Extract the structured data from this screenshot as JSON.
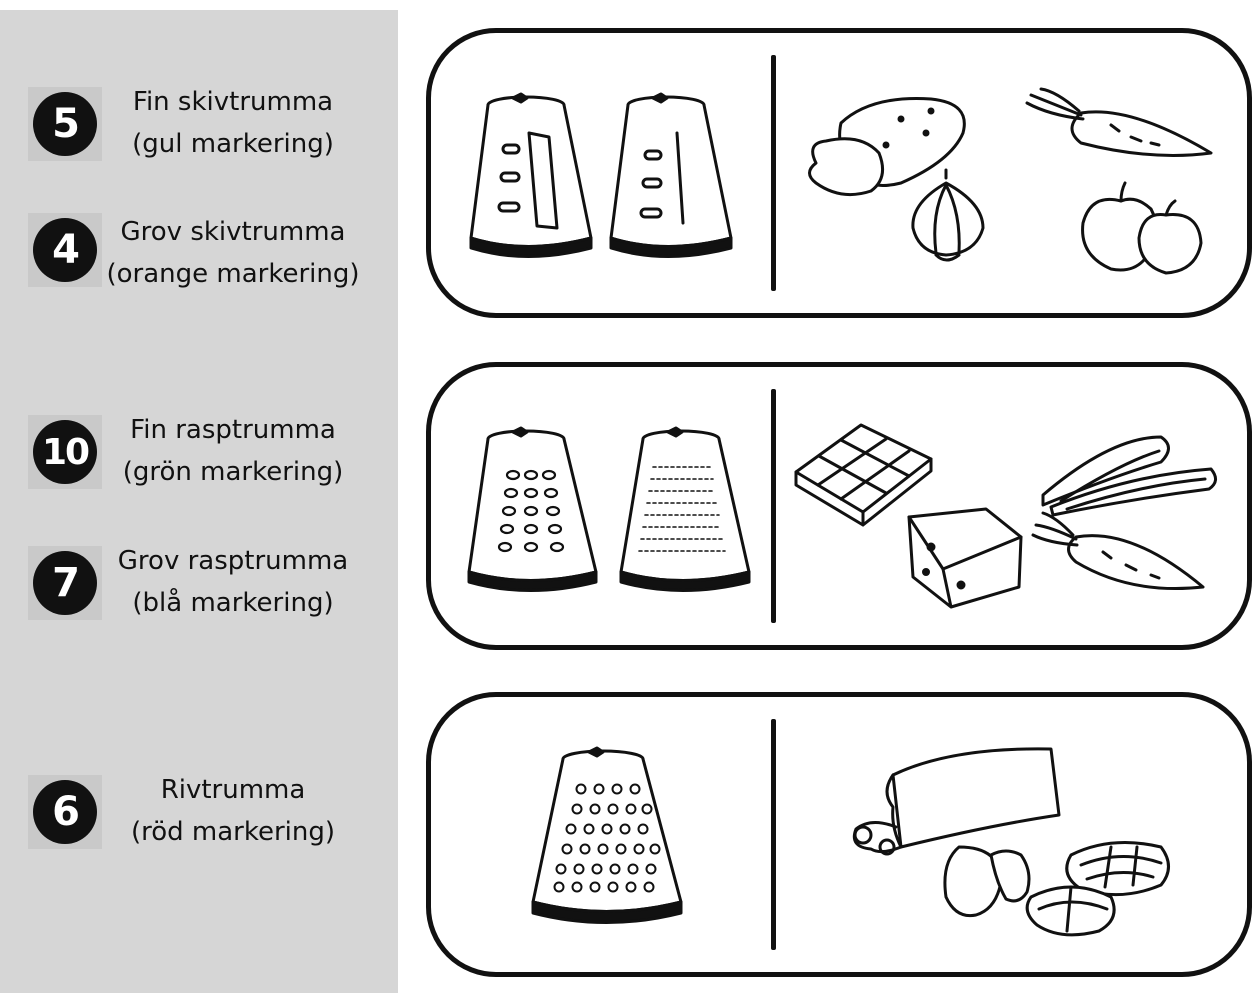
{
  "drums": [
    {
      "number": "5",
      "name": "Fin skivtrumma",
      "marking": "(gul markering)",
      "marking_color": "#f2c500"
    },
    {
      "number": "4",
      "name": "Grov skivtrumma",
      "marking": "(orange markering)",
      "marking_color": "#f28a00"
    },
    {
      "number": "10",
      "name": "Fin rasptrumma",
      "marking": "(grön markering)",
      "marking_color": "#2f9e3a"
    },
    {
      "number": "7",
      "name": "Grov rasptrumma",
      "marking": "(blå markering)",
      "marking_color": "#2a5fc4"
    },
    {
      "number": "6",
      "name": "Rivtrumma",
      "marking": "(röd markering)",
      "marking_color": "#d12a2a"
    }
  ],
  "panels": [
    {
      "drum_icons": [
        "slicing-drum-icon",
        "slicing-drum-icon"
      ],
      "food_icons": [
        "potato-icon",
        "carrot-icon",
        "onion-icon",
        "apple-icon"
      ]
    },
    {
      "drum_icons": [
        "coarse-grater-drum-icon",
        "fine-grater-drum-icon"
      ],
      "food_icons": [
        "chocolate-icon",
        "zucchini-icon",
        "cheese-icon",
        "carrot-icon"
      ]
    },
    {
      "drum_icons": [
        "grinding-drum-icon"
      ],
      "food_icons": [
        "hard-cheese-icon",
        "nuts-icon"
      ]
    }
  ]
}
